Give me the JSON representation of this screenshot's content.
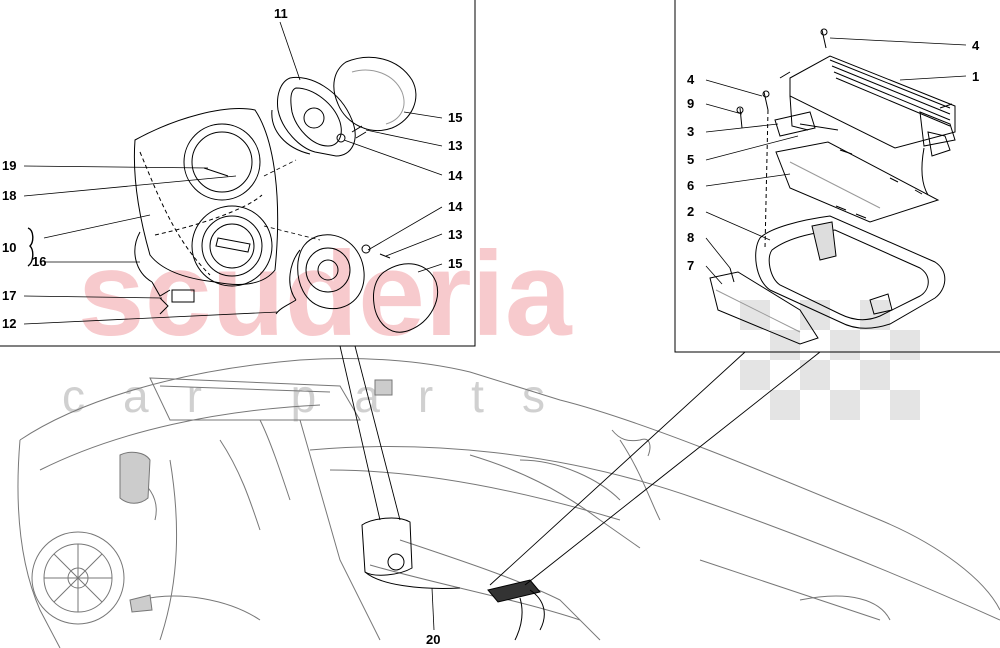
{
  "watermark": {
    "brand": "scuderia",
    "tagline": "car parts"
  },
  "callouts": {
    "left_panel": [
      "11",
      "15",
      "13",
      "14",
      "19",
      "18",
      "10",
      "16",
      "14",
      "13",
      "15",
      "17",
      "12"
    ],
    "right_panel": [
      "4",
      "1",
      "4",
      "9",
      "3",
      "5",
      "6",
      "2",
      "8",
      "7"
    ],
    "car": [
      "20"
    ]
  },
  "colors": {
    "line": "#000000",
    "watermark": "#f5b9bd"
  }
}
